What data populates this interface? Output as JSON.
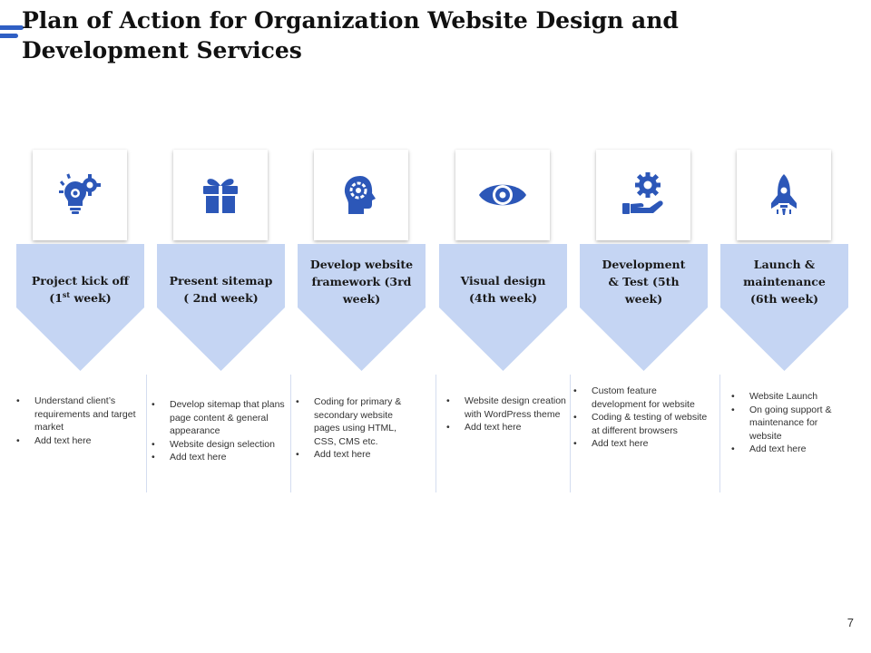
{
  "title": "Plan of Action for Organization Website Design and Development Services",
  "colors": {
    "accent": "#2f5fc4",
    "icon": "#2c57b8",
    "chevron": "#c5d5f3"
  },
  "page_number": "7",
  "steps": [
    {
      "icon": "gear-bulb-icon",
      "stage": "Project kick off",
      "stage_line2_pre": "(1",
      "stage_line2_sup": "st",
      "stage_line2_post": " week)",
      "bullets": [
        "Understand client’s requirements and target market",
        "Add text here"
      ]
    },
    {
      "icon": "gift-icon",
      "stage": "Present sitemap ( 2nd week)",
      "bullets": [
        "Develop sitemap that plans page content & general appearance",
        "Website design selection",
        "Add text here"
      ]
    },
    {
      "icon": "head-gear-icon",
      "stage": "Develop website framework (3rd week)",
      "bullets": [
        "Coding for primary & secondary website pages using HTML, CSS, CMS etc.",
        "Add text here"
      ]
    },
    {
      "icon": "eye-icon",
      "stage": "Visual design (4th week)",
      "bullets": [
        "Website design creation with WordPress theme",
        "Add text here"
      ]
    },
    {
      "icon": "hand-gear-icon",
      "stage": "Development & Test (5th week)",
      "bullets": [
        "Custom feature development for website",
        "Coding & testing of website at different browsers",
        "Add text here"
      ]
    },
    {
      "icon": "rocket-icon",
      "stage": "Launch & maintenance (6th week)",
      "bullets": [
        "Website Launch",
        "On going support & maintenance for website",
        "Add text here"
      ]
    }
  ]
}
